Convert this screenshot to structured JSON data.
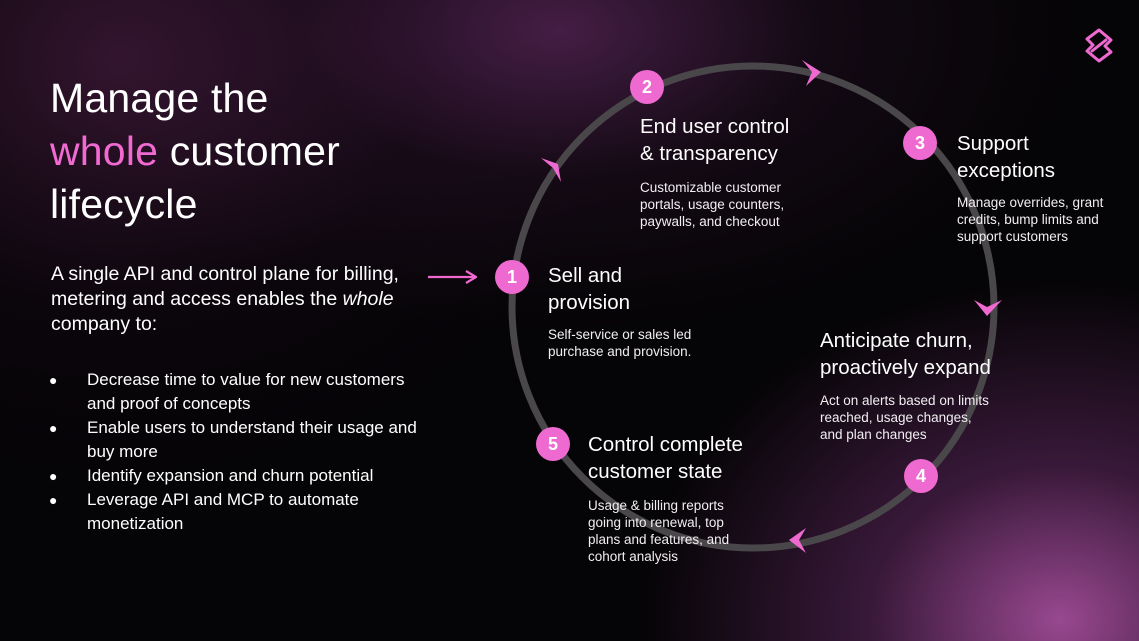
{
  "headline": {
    "line1": "Manage the",
    "accent": "whole",
    "line2_rest": "customer",
    "line3": "lifecycle"
  },
  "intro": {
    "part1": "A single API and control plane for billing, metering and access enables the ",
    "emphasis": "whole",
    "part2": " company to:"
  },
  "bullets": [
    {
      "marker": "●",
      "text": "Decrease time to value for new customers and proof of concepts"
    },
    {
      "marker": "●",
      "text": "Enable users to understand their usage and buy more"
    },
    {
      "marker": "●",
      "text": "Identify expansion and churn potential"
    },
    {
      "marker": "●",
      "text": "Leverage API and MCP to automate monetization"
    }
  ],
  "stages": [
    {
      "number": "1",
      "title_lines": [
        "Sell and",
        "provision"
      ],
      "desc_lines": [
        "Self-service or sales led",
        "purchase and provision."
      ]
    },
    {
      "number": "2",
      "title_lines": [
        "End user control",
        "& transparency"
      ],
      "desc_lines": [
        "Customizable customer",
        "portals, usage counters,",
        "paywalls, and checkout"
      ]
    },
    {
      "number": "3",
      "title_lines": [
        "Support",
        "exceptions"
      ],
      "desc_lines": [
        "Manage overrides, grant",
        "credits, bump limits and",
        "support customers"
      ]
    },
    {
      "number": "4",
      "title_lines": [
        "Anticipate churn,",
        "proactively expand"
      ],
      "desc_lines": [
        "Act on alerts based on limits",
        "reached, usage changes,",
        "and plan changes"
      ]
    },
    {
      "number": "5",
      "title_lines": [
        "Control complete",
        "customer state"
      ],
      "desc_lines": [
        "Usage & billing reports",
        "going into renewal, top",
        "plans and features, and",
        "cohort analysis"
      ]
    }
  ],
  "colors": {
    "accent": "#ef6ad0",
    "ring": "#4a474a",
    "background": "#050406"
  },
  "icons": {
    "logo": "brand-logo-icon",
    "entry_arrow": "arrow-right-icon",
    "direction_chevrons": "chevron-icon"
  }
}
